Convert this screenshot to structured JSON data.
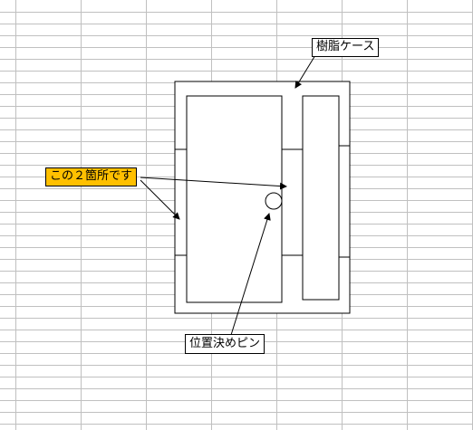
{
  "labels": {
    "resin_case": "樹脂ケース",
    "two_spots": "この２箇所です",
    "positioning_pin": "位置決めピン"
  },
  "colors": {
    "sheet_background": "#ffffff",
    "gridline": "#c0c0c0",
    "highlight": "#ffc000",
    "outline": "#000000"
  }
}
